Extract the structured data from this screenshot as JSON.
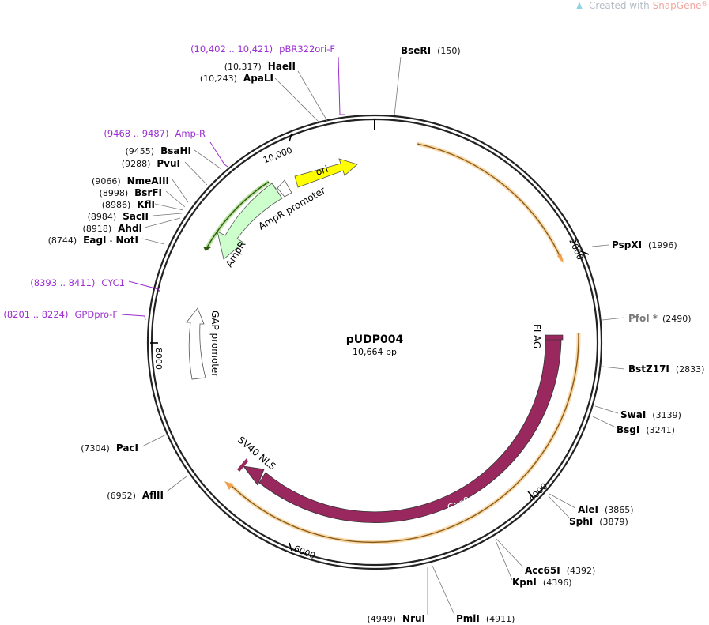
{
  "watermark": {
    "prefix": "Created with ",
    "brand": "SnapGene",
    "mark": "®"
  },
  "plasmid": {
    "name": "pUDP004",
    "length_label": "10,664 bp",
    "length": 10664
  },
  "colors": {
    "ori": "#ffff00",
    "ampr": "#ccffcc",
    "cas9": "#99285e",
    "orange": "#f0a04b",
    "primer": "#9b2fd1"
  },
  "ticks": [
    {
      "label": "2000",
      "pos": 2000
    },
    {
      "label": "4000",
      "pos": 4000
    },
    {
      "label": "6000",
      "pos": 6000
    },
    {
      "label": "8000",
      "pos": 8000
    },
    {
      "label": "10,000",
      "pos": 10000
    }
  ],
  "features": {
    "ori": "ori",
    "ampr_promoter": "AmpR promoter",
    "ampr": "AmpR",
    "gap_promoter": "GAP promoter",
    "cas9": "Cas9",
    "sv40": "SV40 NLS",
    "flag": "FLAG"
  },
  "sites": [
    {
      "name": "BseRI",
      "pos": "(150)"
    },
    {
      "name": "PspXI",
      "pos": "(1996)"
    },
    {
      "name": "PfoI",
      "star": "*",
      "pos": "(2490)"
    },
    {
      "name": "BstZ17I",
      "pos": "(2833)"
    },
    {
      "name": "SwaI",
      "pos": "(3139)"
    },
    {
      "name": "BsgI",
      "pos": "(3241)"
    },
    {
      "name": "AleI",
      "pos": "(3865)"
    },
    {
      "name": "SphI",
      "pos": "(3879)"
    },
    {
      "name": "Acc65I",
      "pos": "(4392)"
    },
    {
      "name": "KpnI",
      "pos": "(4396)"
    },
    {
      "name": "PmlI",
      "pos": "(4911)"
    },
    {
      "name": "NruI",
      "pos": "(4949)"
    },
    {
      "name": "AflII",
      "pos": "(6952)"
    },
    {
      "name": "PacI",
      "pos": "(7304)"
    },
    {
      "name": "EagI",
      "sep": "-",
      "name2": "NotI",
      "pos": "(8744)"
    },
    {
      "name": "AhdI",
      "pos": "(8918)"
    },
    {
      "name": "SacII",
      "pos": "(8984)"
    },
    {
      "name": "KflI",
      "pos": "(8986)"
    },
    {
      "name": "BsrFI",
      "pos": "(8998)"
    },
    {
      "name": "NmeAIII",
      "pos": "(9066)"
    },
    {
      "name": "PvuI",
      "pos": "(9288)"
    },
    {
      "name": "BsaHI",
      "pos": "(9455)"
    },
    {
      "name": "ApaLI",
      "pos": "(10,243)"
    },
    {
      "name": "HaeII",
      "pos": "(10,317)"
    }
  ],
  "primers": [
    {
      "range": "(10,402 .. 10,421)",
      "name": "pBR322ori-F"
    },
    {
      "range": "(9468 .. 9487)",
      "name": "Amp-R"
    },
    {
      "range": "(8393 .. 8411)",
      "name": "CYC1"
    },
    {
      "range": "(8201 .. 8224)",
      "name": "GPDpro-F"
    }
  ]
}
